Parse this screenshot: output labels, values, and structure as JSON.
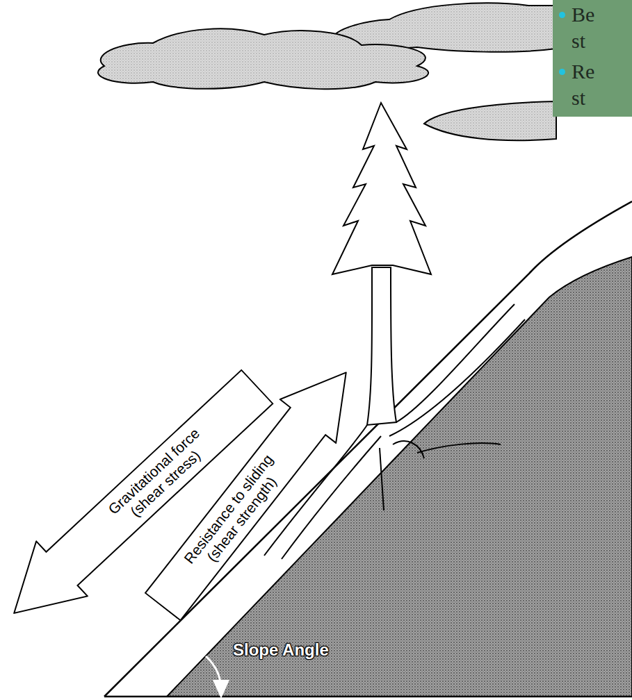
{
  "diagram": {
    "nodes": [
      {
        "text": [
          "Be st",
          "Re st"
        ]
      },
      {
        "text": [
          "Gravitational force (shear stress)"
        ]
      },
      {
        "text": [
          "Resistance to sliding (shear strength)"
        ]
      }
    ],
    "labels": [
      "Slope Angle"
    ]
  }
}
